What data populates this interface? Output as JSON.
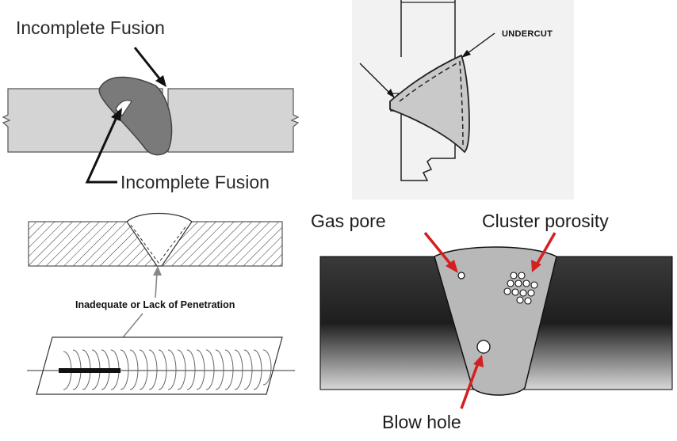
{
  "panels": {
    "fusion": {
      "label_top": "Incomplete Fusion",
      "label_bottom": "Incomplete Fusion"
    },
    "undercut": {
      "label": "UNDERCUT"
    },
    "penetration": {
      "label": "Inadequate or Lack of Penetration"
    },
    "porosity": {
      "label_gas_pore": "Gas pore",
      "label_cluster": "Cluster porosity",
      "label_blow_hole": "Blow hole"
    }
  },
  "colors": {
    "weld_gray": "#7a7a7a",
    "plate_gray": "#d4d4d4",
    "arrow_red": "#d42020",
    "dark_plate": "#2e2e2e",
    "bead_fill": "#b8b8b8"
  }
}
